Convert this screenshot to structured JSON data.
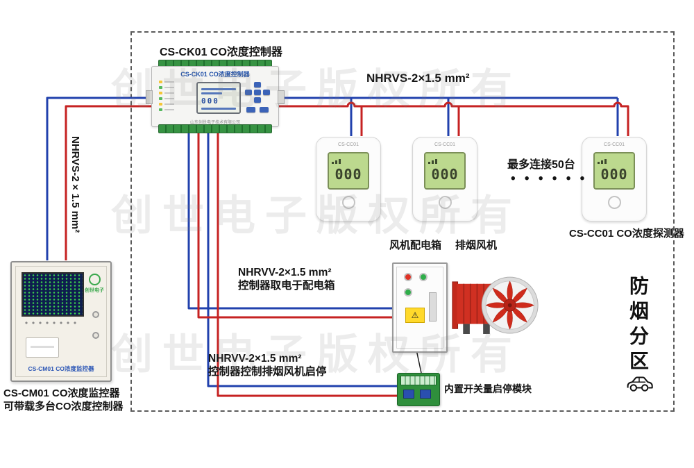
{
  "colors": {
    "wire_red": "#c62222",
    "wire_blue": "#2141ad",
    "callout": "#1f1f1f"
  },
  "watermark": {
    "text": "创世电子版权所有"
  },
  "controller": {
    "caption": "CS-CK01 CO浓度控制器",
    "panel_label": "CS-CK01 CO浓度控制器",
    "maker": "山东创世电子技术有限公司",
    "lcd_value": "000"
  },
  "monitor": {
    "caption_line1": "CS-CM01 CO浓度监控器",
    "caption_line2": "可带载多台CO浓度控制器",
    "panel_label": "CS-CM01 CO浓度监控器",
    "brand": "创世电子"
  },
  "detector": {
    "model": "CS-CC01",
    "lcd_value": "000",
    "caption": "CS-CC01 CO浓度探测器",
    "max_note": "最多连接50台",
    "dots": "• • • • • •"
  },
  "wiring": {
    "bus_top_label": "NHRVS-2×1.5 mm²",
    "bus_left_label": "NHRVS-2×1.5 mm²",
    "power_label_line1": "NHRVV-2×1.5 mm²",
    "power_label_line2": "控制器取电于配电箱",
    "fan_ctrl_label_line1": "NHRVV-2×1.5 mm²",
    "fan_ctrl_label_line2": "控制器控制排烟风机启停"
  },
  "equipment": {
    "dist_box_caption": "风机配电箱",
    "fan_caption": "排烟风机",
    "module_caption": "内置开关量启停模块"
  },
  "zone": {
    "label": "防烟分区"
  }
}
